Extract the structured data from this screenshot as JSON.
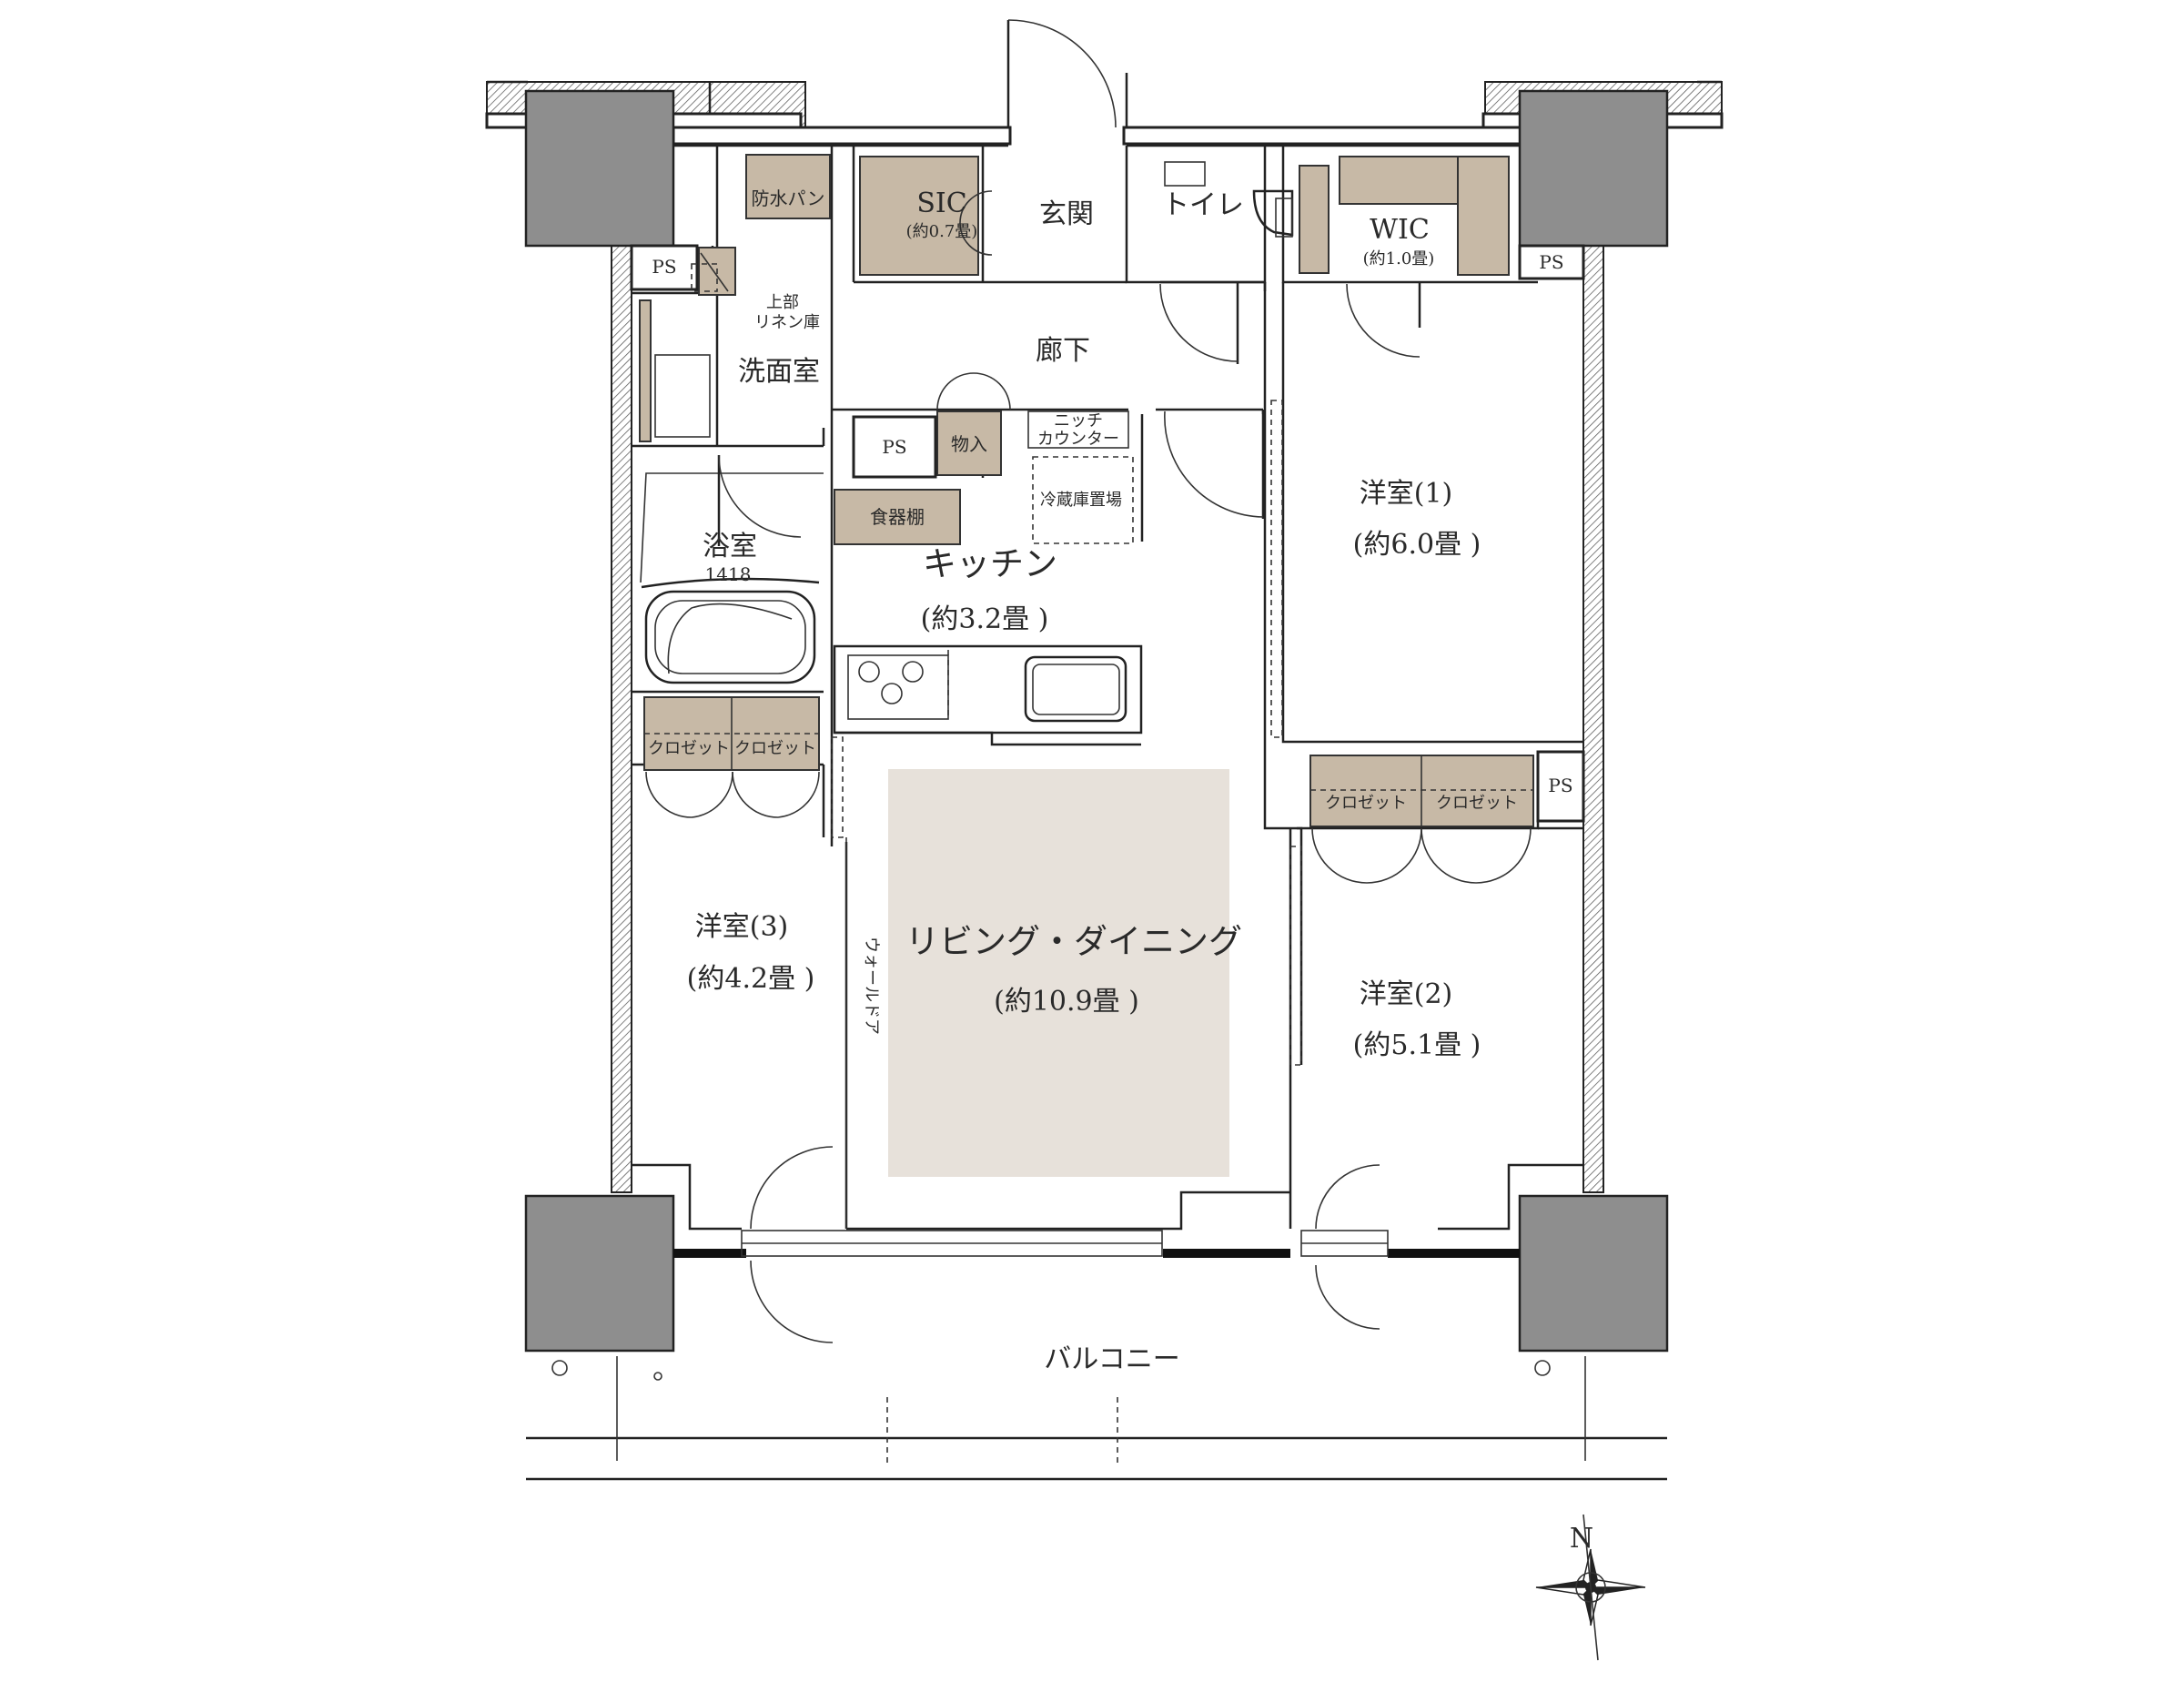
{
  "rooms": {
    "living_dining": {
      "name": "リビング・ダイニング",
      "size": "(約10.9畳 )"
    },
    "kitchen": {
      "name": "キッチン",
      "size": "(約3.2畳 )"
    },
    "western1": {
      "name": "洋室(1)",
      "size": "(約6.0畳 )"
    },
    "western2": {
      "name": "洋室(2)",
      "size": "(約5.1畳 )"
    },
    "western3": {
      "name": "洋室(3)",
      "size": "(約4.2畳 )"
    },
    "sic": {
      "name": "SIC",
      "size": "(約0.7畳)"
    },
    "wic": {
      "name": "WIC",
      "size": "(約1.0畳)"
    },
    "entrance": "玄関",
    "toilet": "トイレ",
    "hallway": "廊下",
    "washroom": "洗面室",
    "bathroom": "浴室",
    "bath_size": "1418",
    "balcony": "バルコニー"
  },
  "fixtures": {
    "waterproof_pan": "防水パン",
    "linen_line1": "上部",
    "linen_line2": "リネン庫",
    "storage": "物入",
    "niche_line1": "ニッチ",
    "niche_line2": "カウンター",
    "fridge": "冷蔵庫置場",
    "cupboard": "食器棚",
    "walldoor": "ウォールドア",
    "closet": "クロゼット",
    "ps": "PS"
  },
  "compass": {
    "north": "N"
  }
}
